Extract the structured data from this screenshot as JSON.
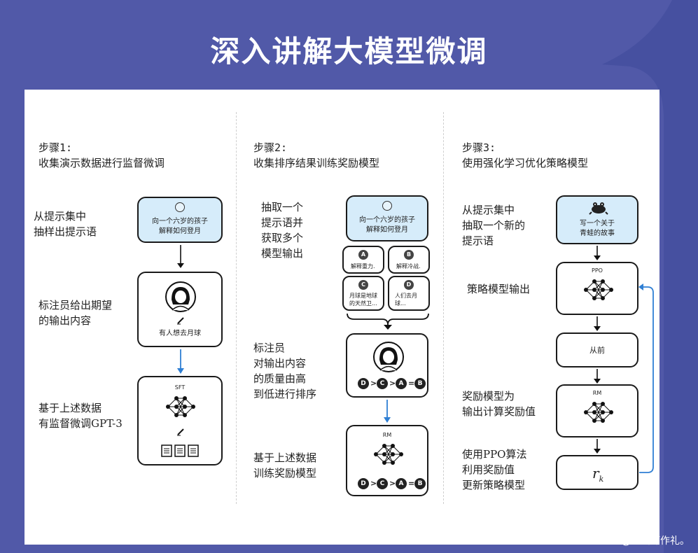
{
  "title": "深入讲解大模型微调",
  "watermark": "CSDN @以山河作礼。",
  "step1": {
    "title_line1": "步骤1:",
    "title_line2": "收集演示数据进行监督微调",
    "label1_line1": "从提示集中",
    "label1_line2": "抽样出提示语",
    "label2_line1": "标注员给出期望",
    "label2_line2": "的输出内容",
    "label3_line1": "基于上述数据",
    "label3_line2": "有监督微调GPT-3",
    "prompt_line1": "向一个六岁的孩子",
    "prompt_line2": "解释如何登月",
    "annotator_output": "有人想去月球",
    "model_name": "SFT"
  },
  "step2": {
    "title_line1": "步骤2:",
    "title_line2": "收集排序结果训练奖励模型",
    "label1_line1": "抽取一个",
    "label1_line2": "提示语并",
    "label1_line3": "获取多个",
    "label1_line4": "模型输出",
    "label2_line1": "标注员",
    "label2_line2": "对输出内容",
    "label2_line3": "的质量由高",
    "label2_line4": "到低进行排序",
    "label3_line1": "基于上述数据",
    "label3_line2": "训练奖励模型",
    "prompt_line1": "向一个六岁的孩子",
    "prompt_line2": "解释如何登月",
    "outputs": [
      {
        "badge": "A",
        "line1": "解释重力.",
        "line2": ""
      },
      {
        "badge": "B",
        "line1": "解释冷战.",
        "line2": ""
      },
      {
        "badge": "C",
        "line1": "月球是地球",
        "line2": "的天然卫..."
      },
      {
        "badge": "D",
        "line1": "人们去月",
        "line2": "球..."
      }
    ],
    "ranking": [
      "D",
      "C",
      "A",
      "B"
    ],
    "model_name": "RM"
  },
  "step3": {
    "title_line1": "步骤3:",
    "title_line2": "使用强化学习优化策略模型",
    "label1_line1": "从提示集中",
    "label1_line2": "抽取一个新的",
    "label1_line3": "提示语",
    "label2": "策略模型输出",
    "label3_line1": "奖励模型为",
    "label3_line2": "输出计算奖励值",
    "label4_line1": "使用PPO算法",
    "label4_line2": "利用奖励值",
    "label4_line3": "更新策略模型",
    "prompt_line1": "写一个关于",
    "prompt_line2": "青蛙的故事",
    "policy_name": "PPO",
    "output_text": "从前",
    "reward_name": "RM",
    "reward_symbol": "r",
    "reward_subscript": "k"
  },
  "colors": {
    "frame": "#5159a8",
    "prompt_box": "#d6ecfa",
    "blue_arrow": "#2f7fd4"
  }
}
